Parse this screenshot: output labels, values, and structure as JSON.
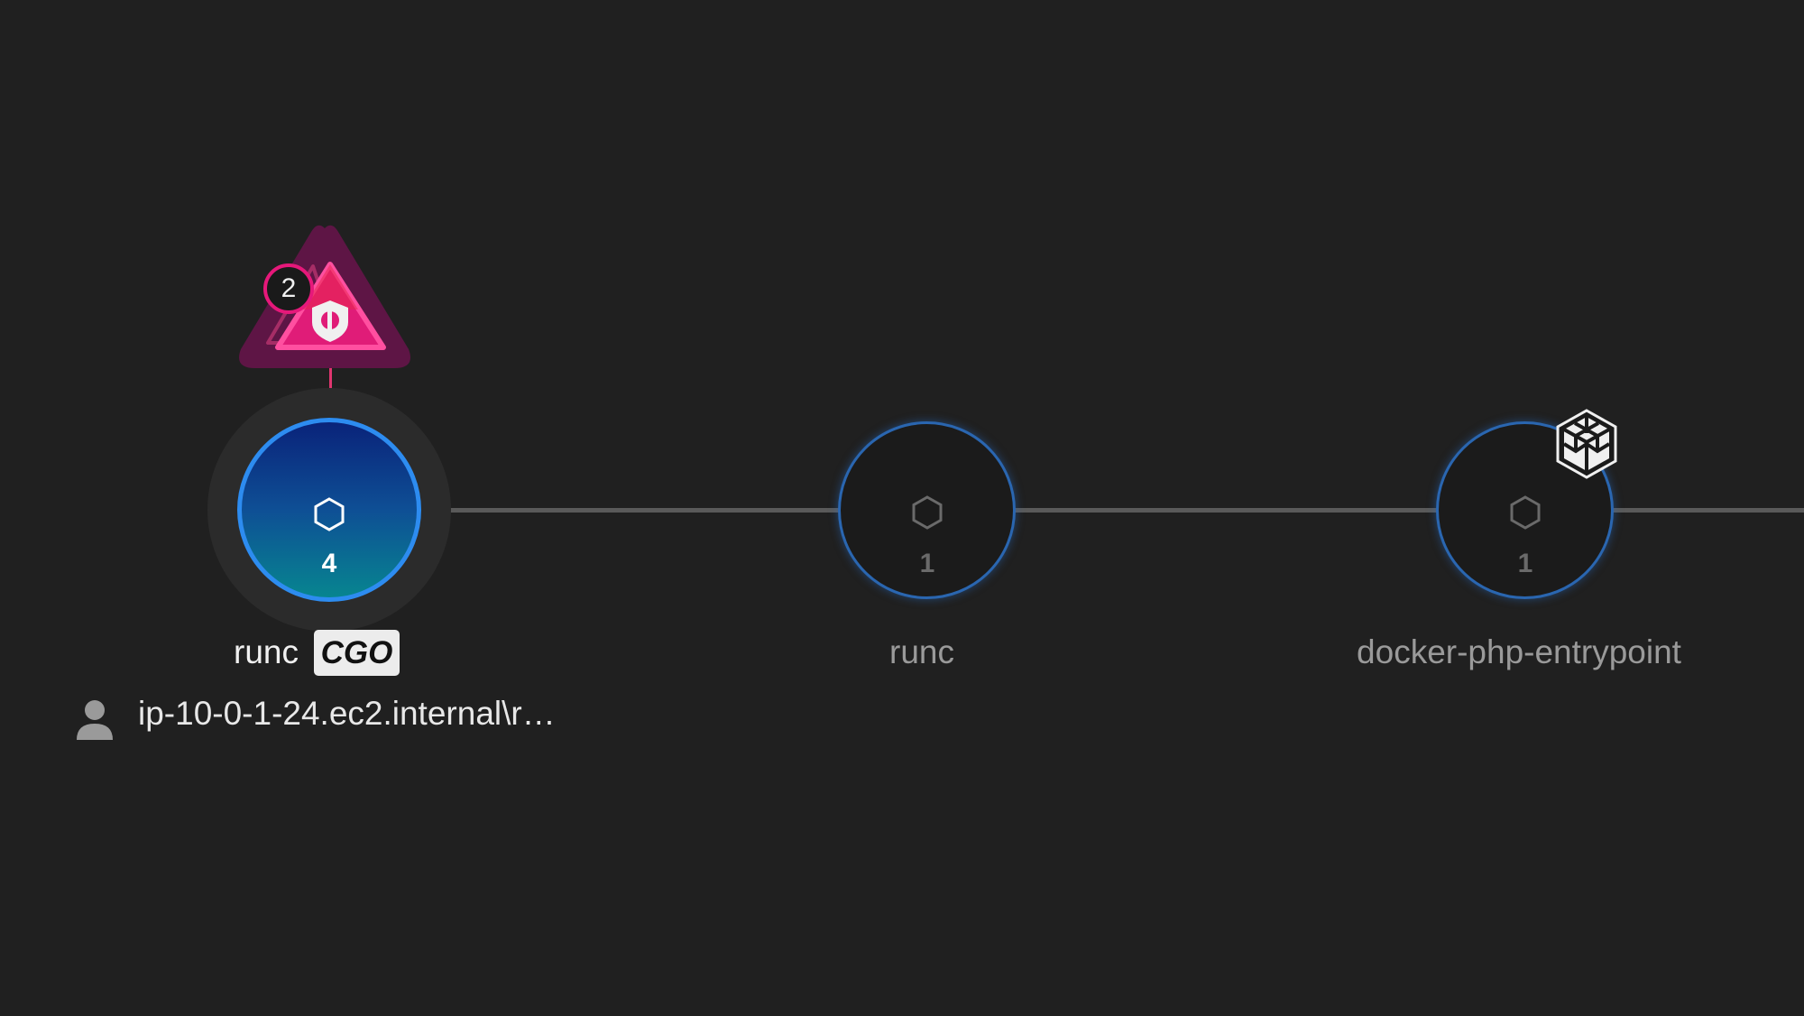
{
  "graph": {
    "nodes": [
      {
        "name": "runc",
        "count": "4",
        "tag": "CGO",
        "user": "ip-10-0-1-24.ec2.internal\\r…",
        "alert_count": "2",
        "selected": true
      },
      {
        "name": "runc",
        "count": "1"
      },
      {
        "name": "docker-php-entrypoint",
        "count": "1"
      }
    ]
  },
  "colors": {
    "background": "#202020",
    "accent": "#2d8cf0",
    "alert": "#e91e7a",
    "edge": "#5a5a5a"
  }
}
